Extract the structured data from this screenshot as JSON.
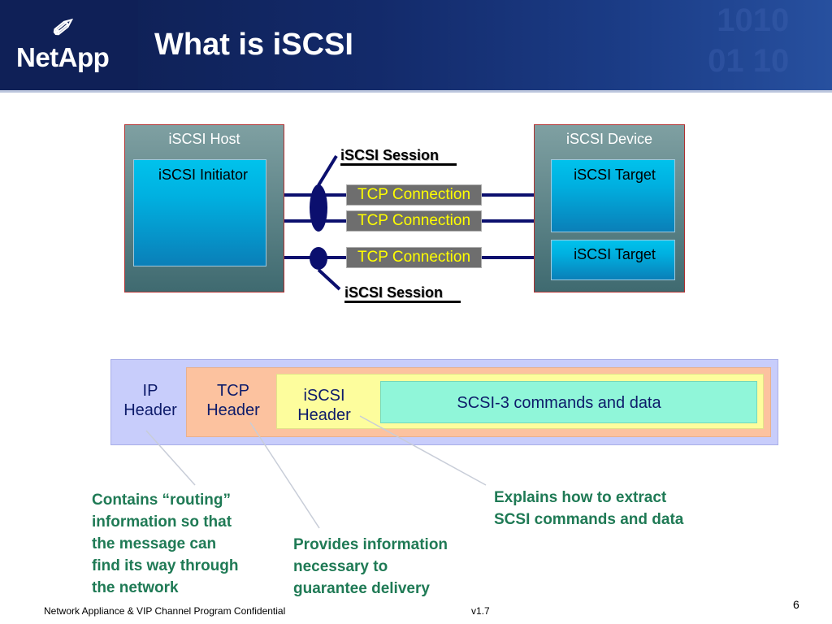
{
  "header": {
    "logo": "NetApp",
    "title": "What is iSCSI"
  },
  "diagram": {
    "host": {
      "title": "iSCSI Host",
      "initiator": "iSCSI Initiator"
    },
    "device": {
      "title": "iSCSI Device",
      "target1": "iSCSI Target",
      "target2": "iSCSI Target"
    },
    "session_top": "iSCSI Session",
    "session_bottom": "iSCSI Session",
    "tcp1": "TCP Connection",
    "tcp2": "TCP Connection",
    "tcp3": "TCP Connection"
  },
  "packet": {
    "ip_line1": "IP",
    "ip_line2": "Header",
    "tcp_line1": "TCP",
    "tcp_line2": "Header",
    "iscsi_line1": "iSCSI",
    "iscsi_line2": "Header",
    "scsi": "SCSI-3 commands and data"
  },
  "notes": {
    "ip": [
      "Contains “routing”",
      "information so that",
      "the message can",
      "find its way through",
      "the network"
    ],
    "tcp": [
      "Provides information",
      "necessary to",
      "guarantee delivery"
    ],
    "iscsi": [
      "Explains how to extract",
      "SCSI commands and data"
    ]
  },
  "footer": {
    "confidential": "Network Appliance & VIP Channel Program Confidential",
    "version": "v1.7",
    "page": "6"
  },
  "colors": {
    "banner": "#132a6a",
    "link_lines": "#0b0f6e",
    "note_text": "#1f7a55",
    "tcp_text": "#ffff00"
  }
}
